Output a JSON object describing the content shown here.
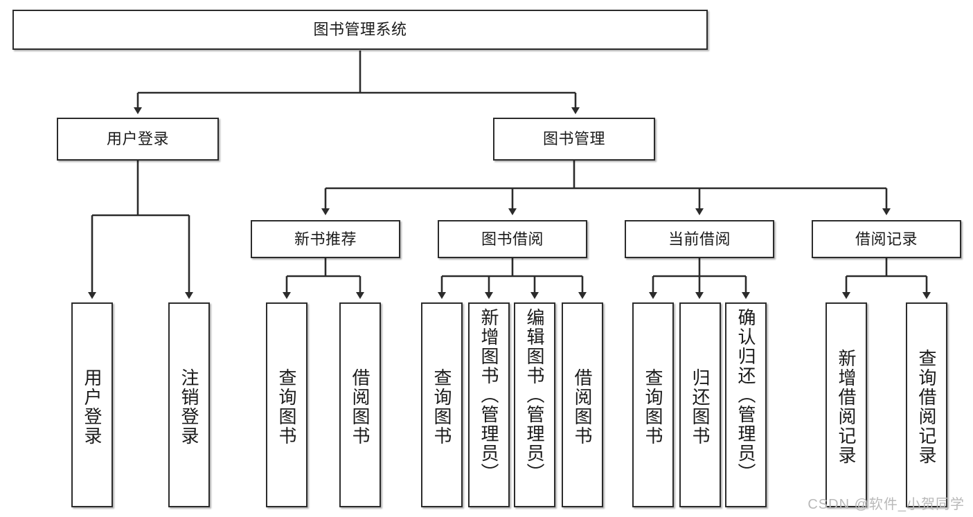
{
  "diagram": {
    "type": "tree-hierarchy",
    "title": "图书管理系统",
    "watermark": "CSDN @软件_小贺同学",
    "levels": {
      "root": {
        "label": "图书管理系统"
      },
      "level2": [
        {
          "id": "user-login",
          "label": "用户登录"
        },
        {
          "id": "book-manage",
          "label": "图书管理"
        }
      ],
      "level3": [
        {
          "id": "new-book-recommend",
          "label": "新书推荐",
          "parent": "book-manage"
        },
        {
          "id": "book-borrow",
          "label": "图书借阅",
          "parent": "book-manage"
        },
        {
          "id": "current-borrow",
          "label": "当前借阅",
          "parent": "book-manage"
        },
        {
          "id": "borrow-record",
          "label": "借阅记录",
          "parent": "book-manage"
        }
      ],
      "leaves": [
        {
          "id": "leaf-user-login",
          "label": "用户登录",
          "parent": "user-login"
        },
        {
          "id": "leaf-logout",
          "label": "注销登录",
          "parent": "user-login"
        },
        {
          "id": "leaf-query-book-1",
          "label": "查询图书",
          "parent": "new-book-recommend"
        },
        {
          "id": "leaf-borrow-book-1",
          "label": "借阅图书",
          "parent": "new-book-recommend"
        },
        {
          "id": "leaf-query-book-2",
          "label": "查询图书",
          "parent": "book-borrow"
        },
        {
          "id": "leaf-add-book",
          "label": "新增图书（管理员）",
          "parent": "book-borrow"
        },
        {
          "id": "leaf-edit-book",
          "label": "编辑图书（管理员）",
          "parent": "book-borrow"
        },
        {
          "id": "leaf-borrow-book-2",
          "label": "借阅图书",
          "parent": "book-borrow"
        },
        {
          "id": "leaf-query-book-3",
          "label": "查询图书",
          "parent": "current-borrow"
        },
        {
          "id": "leaf-return-book",
          "label": "归还图书",
          "parent": "current-borrow"
        },
        {
          "id": "leaf-confirm-return",
          "label": "确认归还（管理员）",
          "parent": "current-borrow"
        },
        {
          "id": "leaf-add-record",
          "label": "新增借阅记录",
          "parent": "borrow-record"
        },
        {
          "id": "leaf-query-record",
          "label": "查询借阅记录",
          "parent": "borrow-record"
        }
      ]
    },
    "colors": {
      "stroke": "#2b2b2b",
      "fill": "#ffffff",
      "text": "#1a1a1a",
      "watermark": "#b9b9b9"
    }
  }
}
